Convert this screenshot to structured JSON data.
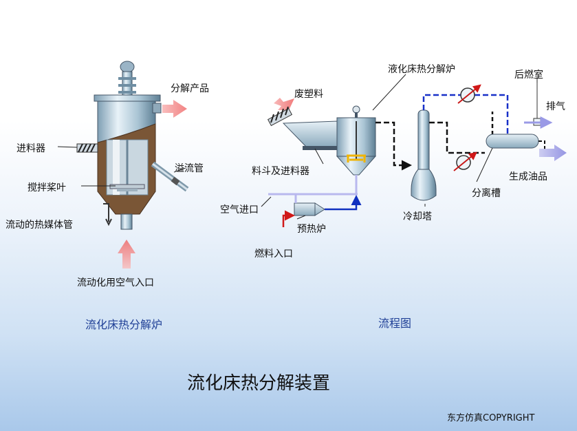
{
  "reactor_labels": {
    "product": "分解产品",
    "feeder": "进料器",
    "overflow": "溢流管",
    "stirrer": "搅拌桨叶",
    "heat_medium": "流动的热媒体管",
    "air_inlet": "流动化用空气入口"
  },
  "flow_labels": {
    "reactor": "液化床热分解炉",
    "afterburner": "后燃室",
    "waste_plastic": "废塑料",
    "exhaust": "排气",
    "hopper": "料斗及进料器",
    "oil": "生成油品",
    "separator": "分离槽",
    "air_in": "空气进口",
    "preheater": "预热炉",
    "cooling_tower": "冷却塔",
    "fuel_in": "燃料入口"
  },
  "captions": {
    "left": "流化床热分解炉",
    "right": "流程图"
  },
  "title": "流化床热分解装置",
  "copyright": "东方仿真COPYRIGHT"
}
